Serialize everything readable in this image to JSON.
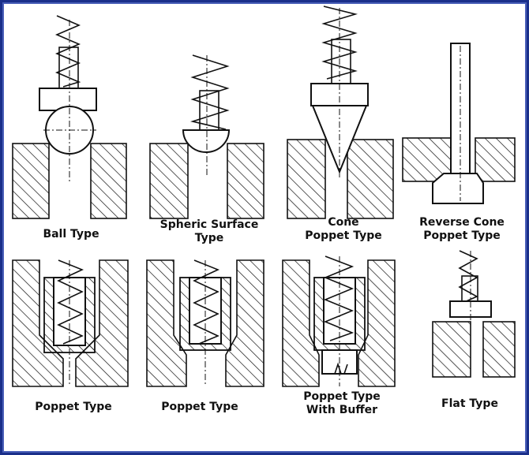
{
  "colors": {
    "frame": "#1a2f8a",
    "ink": "#111111",
    "background": "#ffffff"
  },
  "labels": {
    "ball": "Ball Type",
    "spheric_line1": "Spheric Surface",
    "spheric_line2": "Type",
    "cone_line1": "Cone",
    "cone_line2": "Poppet Type",
    "reverse_line1": "Reverse Cone",
    "reverse_line2": "Poppet Type",
    "poppet1": "Poppet Type",
    "poppet2": "Poppet Type",
    "buffer_line1": "Poppet Type",
    "buffer_line2": "With Buffer",
    "flat": "Flat Type"
  }
}
